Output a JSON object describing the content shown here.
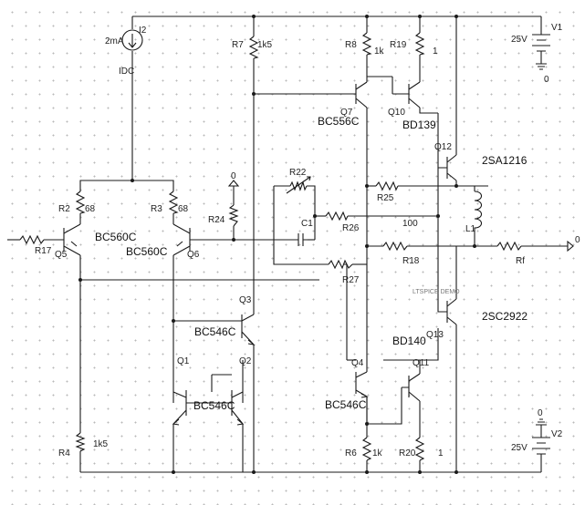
{
  "sources": {
    "i2": {
      "ref": "I2",
      "value": "2mA",
      "type": "IDC"
    },
    "v1": {
      "ref": "V1",
      "value": "25V",
      "gnd": "0"
    },
    "v2": {
      "ref": "V2",
      "value": "25V",
      "gnd": "0"
    }
  },
  "grounds": {
    "r24_gnd": "0",
    "out_node": "0"
  },
  "resistors": {
    "r2": {
      "ref": "R2",
      "value": "68"
    },
    "r3": {
      "ref": "R3",
      "value": "68"
    },
    "r4": {
      "ref": "R4",
      "value": "1k5"
    },
    "r6": {
      "ref": "R6",
      "value": "1k"
    },
    "r7": {
      "ref": "R7",
      "value": "1k5"
    },
    "r8": {
      "ref": "R8",
      "value": "1k"
    },
    "r17": {
      "ref": "R17"
    },
    "r18": {
      "ref": "R18"
    },
    "r19": {
      "ref": "R19",
      "value": "1"
    },
    "r20": {
      "ref": "R20",
      "value": "1"
    },
    "r22": {
      "ref": "R22"
    },
    "r24": {
      "ref": "R24"
    },
    "r25": {
      "ref": "R25"
    },
    "r26": {
      "ref": "R26",
      "value": "100"
    },
    "r27": {
      "ref": "R27"
    },
    "rf": {
      "ref": "Rf"
    }
  },
  "capacitors": {
    "c1": {
      "ref": "C1"
    }
  },
  "inductors": {
    "l1": {
      "ref": "L1"
    }
  },
  "transistors": {
    "q1": {
      "ref": "Q1"
    },
    "q2": {
      "ref": "Q2"
    },
    "q1q2_part": "BC546C",
    "q3": {
      "ref": "Q3",
      "part": "BC546C"
    },
    "q4": {
      "ref": "Q4",
      "part": "BC546C"
    },
    "q5": {
      "ref": "Q5",
      "part": "BC560C"
    },
    "q6": {
      "ref": "Q6",
      "part": "BC560C"
    },
    "q7": {
      "ref": "Q7",
      "part": "BC556C"
    },
    "q10": {
      "ref": "Q10",
      "part": "BD139"
    },
    "q11": {
      "ref": "Q11"
    },
    "q12": {
      "ref": "Q12",
      "part": "2SA1216"
    },
    "q13": {
      "ref": "Q13",
      "part": "2SC2922"
    },
    "bd140": "BD140"
  },
  "watermark": "LTSPICE DEMO"
}
